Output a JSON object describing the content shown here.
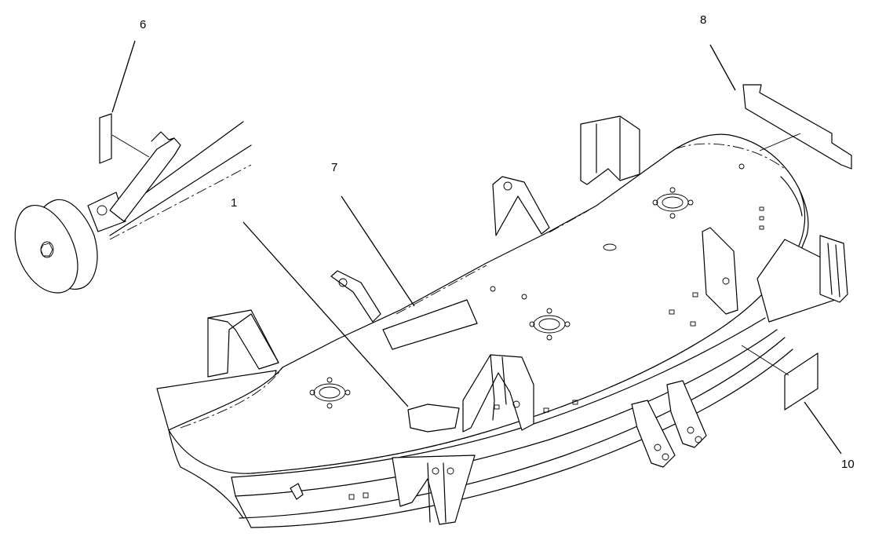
{
  "callouts": [
    {
      "id": "1",
      "label": "1"
    },
    {
      "id": "6",
      "label": "6"
    },
    {
      "id": "7",
      "label": "7"
    },
    {
      "id": "8",
      "label": "8"
    },
    {
      "id": "10",
      "label": "10"
    }
  ]
}
